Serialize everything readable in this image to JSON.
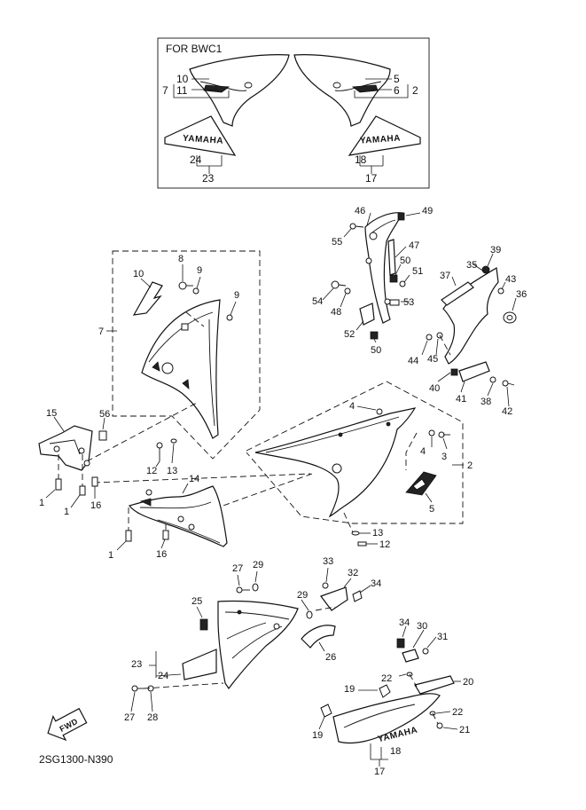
{
  "inset": {
    "title": "FOR BWC1"
  },
  "labels": {
    "l1a": "1",
    "l1b": "1",
    "l1c": "1",
    "l2a": "2",
    "l2b": "2",
    "l3": "3",
    "l4a": "4",
    "l4b": "4",
    "l5a": "5",
    "l5b": "5",
    "l6": "6",
    "l7a": "7",
    "l7b": "7",
    "l8": "8",
    "l9a": "9",
    "l9b": "9",
    "l10a": "10",
    "l10b": "10",
    "l11": "11",
    "l12a": "12",
    "l12b": "12",
    "l13a": "13",
    "l13b": "13",
    "l14": "14",
    "l15": "15",
    "l16a": "16",
    "l16b": "16",
    "l17a": "17",
    "l17b": "17",
    "l18a": "18",
    "l18b": "18",
    "l19a": "19",
    "l19b": "19",
    "l20": "20",
    "l21": "21",
    "l22a": "22",
    "l22b": "22",
    "l23a": "23",
    "l23b": "23",
    "l24a": "24",
    "l24b": "24",
    "l25": "25",
    "l26": "26",
    "l27a": "27",
    "l27b": "27",
    "l28": "28",
    "l29a": "29",
    "l29b": "29",
    "l30": "30",
    "l31": "31",
    "l32": "32",
    "l33": "33",
    "l34a": "34",
    "l34b": "34",
    "l35": "35",
    "l36": "36",
    "l37": "37",
    "l38": "38",
    "l39": "39",
    "l40": "40",
    "l41": "41",
    "l42": "42",
    "l43": "43",
    "l44": "44",
    "l45": "45",
    "l46": "46",
    "l47": "47",
    "l48": "48",
    "l49": "49",
    "l50a": "50",
    "l50b": "50",
    "l51": "51",
    "l52": "52",
    "l53": "53",
    "l54": "54",
    "l55": "55",
    "l56": "56"
  },
  "logos": {
    "yamaha_inset_left": "YAMAHA",
    "yamaha_inset_right": "YAMAHA",
    "yamaha_tail": "YAMAHA"
  },
  "fwd_arrow": "FWD",
  "diagram_code": "2SG1300-N390"
}
